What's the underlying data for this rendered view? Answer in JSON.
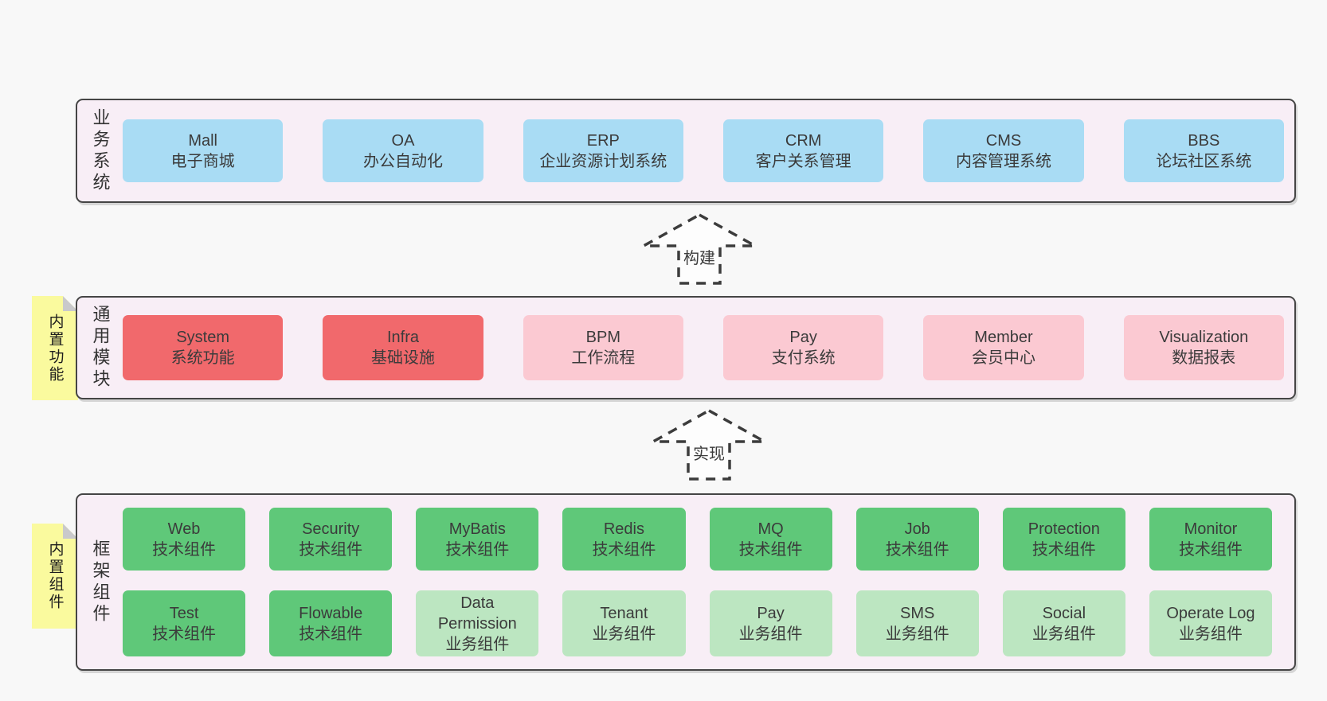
{
  "diagram_title": "",
  "colors": {
    "page_bg": "#f8f8f8",
    "layer_bg": "#f8eef6",
    "layer_border": "#454545",
    "blue": "#a9dcf4",
    "red": "#f1696c",
    "pink": "#fbc9d2",
    "green": "#5fc879",
    "lightgreen": "#bce6c1",
    "sticky_yellow": "#fafa9e",
    "sticky_fold": "#c9c9cb",
    "text": "#3b3b3b"
  },
  "arrows": [
    {
      "label": "构建"
    },
    {
      "label": "实现"
    }
  ],
  "layers": [
    {
      "id": "business",
      "side_label": "业务系统",
      "sticky": null,
      "rows": [
        [
          {
            "en": "Mall",
            "zh": "电子商城",
            "variant": "blue"
          },
          {
            "en": "OA",
            "zh": "办公自动化",
            "variant": "blue"
          },
          {
            "en": "ERP",
            "zh": "企业资源计划系统",
            "variant": "blue"
          },
          {
            "en": "CRM",
            "zh": "客户关系管理",
            "variant": "blue"
          },
          {
            "en": "CMS",
            "zh": "内容管理系统",
            "variant": "blue"
          },
          {
            "en": "BBS",
            "zh": "论坛社区系统",
            "variant": "blue"
          }
        ]
      ]
    },
    {
      "id": "modules",
      "side_label": "通用模块",
      "sticky": "内置功能",
      "rows": [
        [
          {
            "en": "System",
            "zh": "系统功能",
            "variant": "red"
          },
          {
            "en": "Infra",
            "zh": "基础设施",
            "variant": "red"
          },
          {
            "en": "BPM",
            "zh": "工作流程",
            "variant": "pink"
          },
          {
            "en": "Pay",
            "zh": "支付系统",
            "variant": "pink"
          },
          {
            "en": "Member",
            "zh": "会员中心",
            "variant": "pink"
          },
          {
            "en": "Visualization",
            "zh": "数据报表",
            "variant": "pink"
          }
        ]
      ]
    },
    {
      "id": "framework",
      "side_label": "框架组件",
      "sticky": "内置组件",
      "rows": [
        [
          {
            "en": "Web",
            "zh": "技术组件",
            "variant": "green"
          },
          {
            "en": "Security",
            "zh": "技术组件",
            "variant": "green"
          },
          {
            "en": "MyBatis",
            "zh": "技术组件",
            "variant": "green"
          },
          {
            "en": "Redis",
            "zh": "技术组件",
            "variant": "green"
          },
          {
            "en": "MQ",
            "zh": "技术组件",
            "variant": "green"
          },
          {
            "en": "Job",
            "zh": "技术组件",
            "variant": "green"
          },
          {
            "en": "Protection",
            "zh": "技术组件",
            "variant": "green"
          },
          {
            "en": "Monitor",
            "zh": "技术组件",
            "variant": "green"
          }
        ],
        [
          {
            "en": "Test",
            "zh": "技术组件",
            "variant": "green"
          },
          {
            "en": "Flowable",
            "zh": "技术组件",
            "variant": "green"
          },
          {
            "en": "Data Permission",
            "zh": "业务组件",
            "variant": "lightgreen"
          },
          {
            "en": "Tenant",
            "zh": "业务组件",
            "variant": "lightgreen"
          },
          {
            "en": "Pay",
            "zh": "业务组件",
            "variant": "lightgreen"
          },
          {
            "en": "SMS",
            "zh": "业务组件",
            "variant": "lightgreen"
          },
          {
            "en": "Social",
            "zh": "业务组件",
            "variant": "lightgreen"
          },
          {
            "en": "Operate Log",
            "zh": "业务组件",
            "variant": "lightgreen"
          }
        ]
      ]
    }
  ]
}
